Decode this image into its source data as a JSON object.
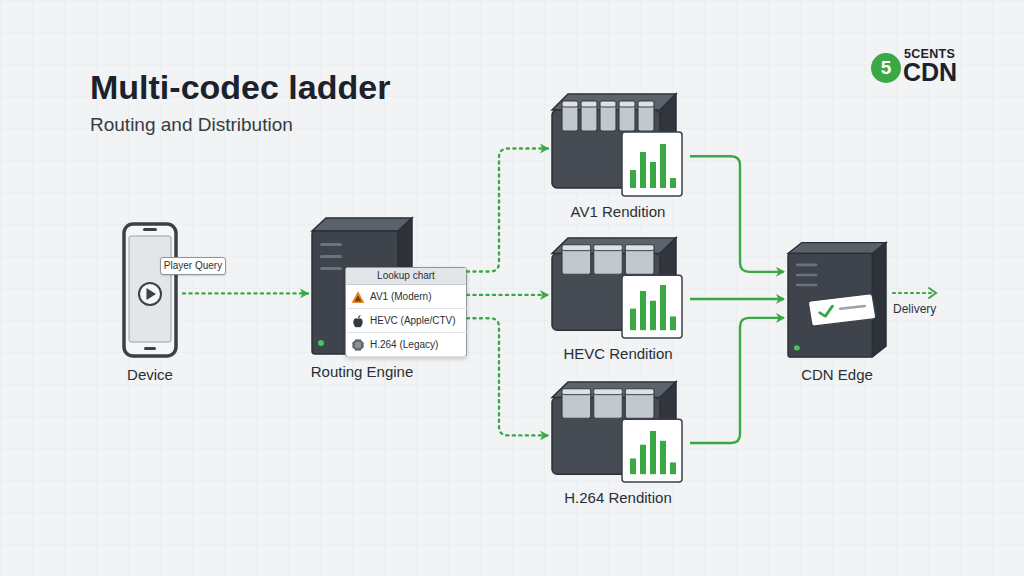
{
  "diagram": {
    "title": "Multi-codec ladder",
    "caption": "Routing and Distribution",
    "nodes": [
      {
        "text": [
          "Device"
        ]
      },
      {
        "text": [
          "Player Query"
        ],
        "in": 0
      },
      {
        "text": [
          "Routing Engine"
        ]
      },
      {
        "text": [
          "Lookup chart"
        ],
        "in": 2
      },
      {
        "text": [
          "AV1 (Modern)"
        ],
        "in": 3
      },
      {
        "text": [
          "HEVC (Apple/CTV)"
        ],
        "in": 3
      },
      {
        "text": [
          "H.264 (Legacy)"
        ],
        "in": 3
      },
      {
        "text": [
          "AV1 Rendition"
        ]
      },
      {
        "text": [
          "HEVC Rendition"
        ]
      },
      {
        "text": [
          "H.264 Rendition"
        ]
      },
      {
        "text": [
          "CDN Edge"
        ]
      }
    ],
    "edges": [
      {
        "from": 0,
        "to": 2,
        "arrow": "to"
      },
      {
        "from": 3,
        "to": 7,
        "arrow": "to"
      },
      {
        "from": 3,
        "to": 8,
        "arrow": "to"
      },
      {
        "from": 3,
        "to": 9,
        "arrow": "to"
      },
      {
        "from": 7,
        "to": 10,
        "arrow": "to"
      },
      {
        "from": 8,
        "to": 10,
        "arrow": "to"
      },
      {
        "from": 9,
        "to": 10,
        "arrow": "to"
      }
    ],
    "labels": [
      "Delivery",
      "5",
      "5CENTS",
      "CDN"
    ]
  }
}
